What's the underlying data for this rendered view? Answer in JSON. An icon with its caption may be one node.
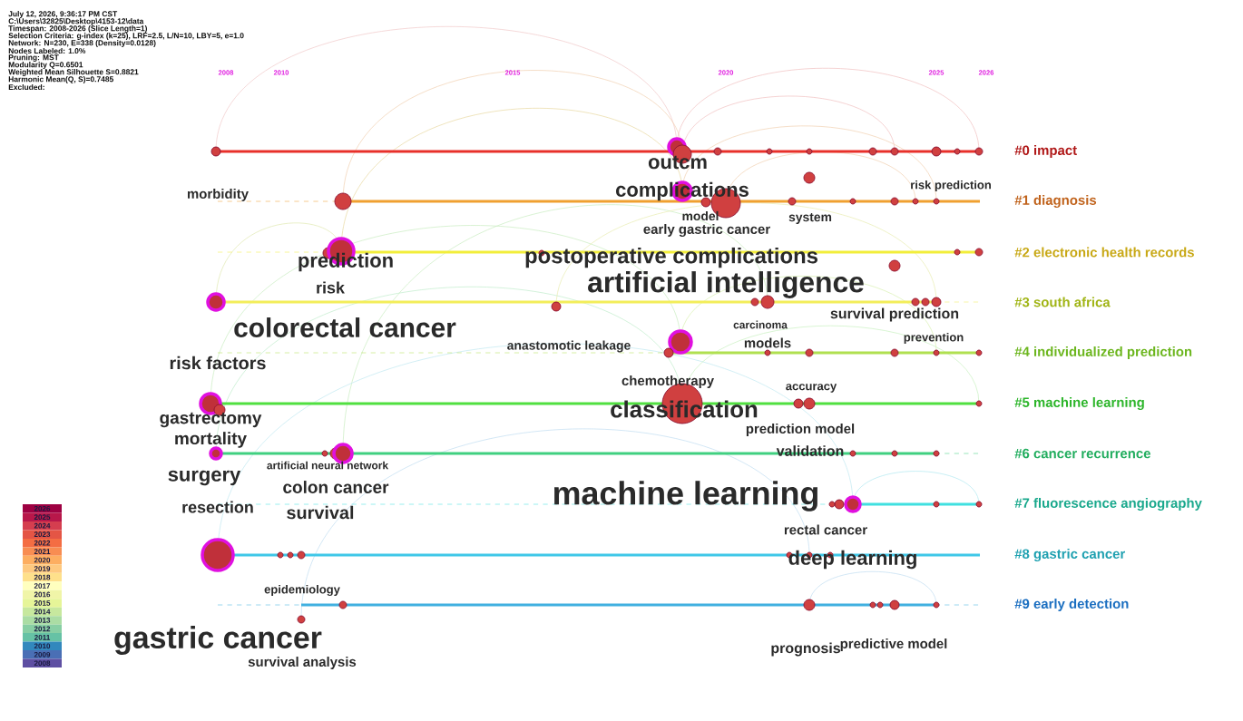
{
  "diagram": {
    "labels": [
      "July 12, 2026, 9:36:17 PM CST",
      "C:\\Users\\32825\\Desktop\\4153-12\\data",
      "Timespan: 2008-2026 (Slice Length=1)",
      "Selection Criteria: g-index (k=25), LRF=2.5, L/N=10, LBY=5, e=1.0",
      "Network: N=230, E=338 (Density=0.0128)",
      "Nodes Labeled: 1.0%",
      "Pruning: MST",
      "Modularity Q=0.6501",
      "Weighted Mean Silhouette S=0.8821",
      "Harmonic Mean(Q, S)=0.7485",
      "Excluded:",
      "2008",
      "2010",
      "2015",
      "2020",
      "2025",
      "2026",
      "#0 impact",
      "#1 diagnosis",
      "#2 electronic health records",
      "#3 south africa",
      "#4 individualized prediction",
      "#5 machine learning",
      "#6 cancer recurrence",
      "#7 fluorescence angiography",
      "#8 gastric cancer",
      "#9 early detection",
      "outcm",
      "risk prediction",
      "morbidity",
      "complications",
      "model",
      "system",
      "early gastric cancer",
      "prediction",
      "postoperative complications",
      "artificial intelligence",
      "risk",
      "survival prediction",
      "colorectal cancer",
      "carcinoma",
      "prevention",
      "anastomotic leakage",
      "models",
      "risk factors",
      "chemotherapy",
      "accuracy",
      "classification",
      "gastrectomy",
      "prediction model",
      "mortality",
      "validation",
      "artificial neural network",
      "surgery",
      "colon cancer",
      "machine learning",
      "resection",
      "survival",
      "rectal cancer",
      "deep learning",
      "epidemiology",
      "gastric cancer",
      "predictive model",
      "prognosis",
      "survival analysis"
    ],
    "legend": [
      {
        "text": "2026",
        "color": "#9e0142"
      },
      {
        "text": "2025",
        "color": "#b8174a"
      },
      {
        "text": "2024",
        "color": "#d53e4f"
      },
      {
        "text": "2023",
        "color": "#e45545"
      },
      {
        "text": "2022",
        "color": "#f46d43"
      },
      {
        "text": "2021",
        "color": "#f88d52"
      },
      {
        "text": "2020",
        "color": "#fdae61"
      },
      {
        "text": "2019",
        "color": "#fec980"
      },
      {
        "text": "2018",
        "color": "#fee08b"
      },
      {
        "text": "2017",
        "color": "#ffffbf"
      },
      {
        "text": "2016",
        "color": "#f0f5a8"
      },
      {
        "text": "2015",
        "color": "#e6f598"
      },
      {
        "text": "2014",
        "color": "#c7e89e"
      },
      {
        "text": "2013",
        "color": "#abdda4"
      },
      {
        "text": "2012",
        "color": "#88cfa4"
      },
      {
        "text": "2011",
        "color": "#66c2a5"
      },
      {
        "text": "2010",
        "color": "#3288bd"
      },
      {
        "text": "2009",
        "color": "#4a6fb5"
      },
      {
        "text": "2008",
        "color": "#5e4fa2"
      }
    ]
  }
}
